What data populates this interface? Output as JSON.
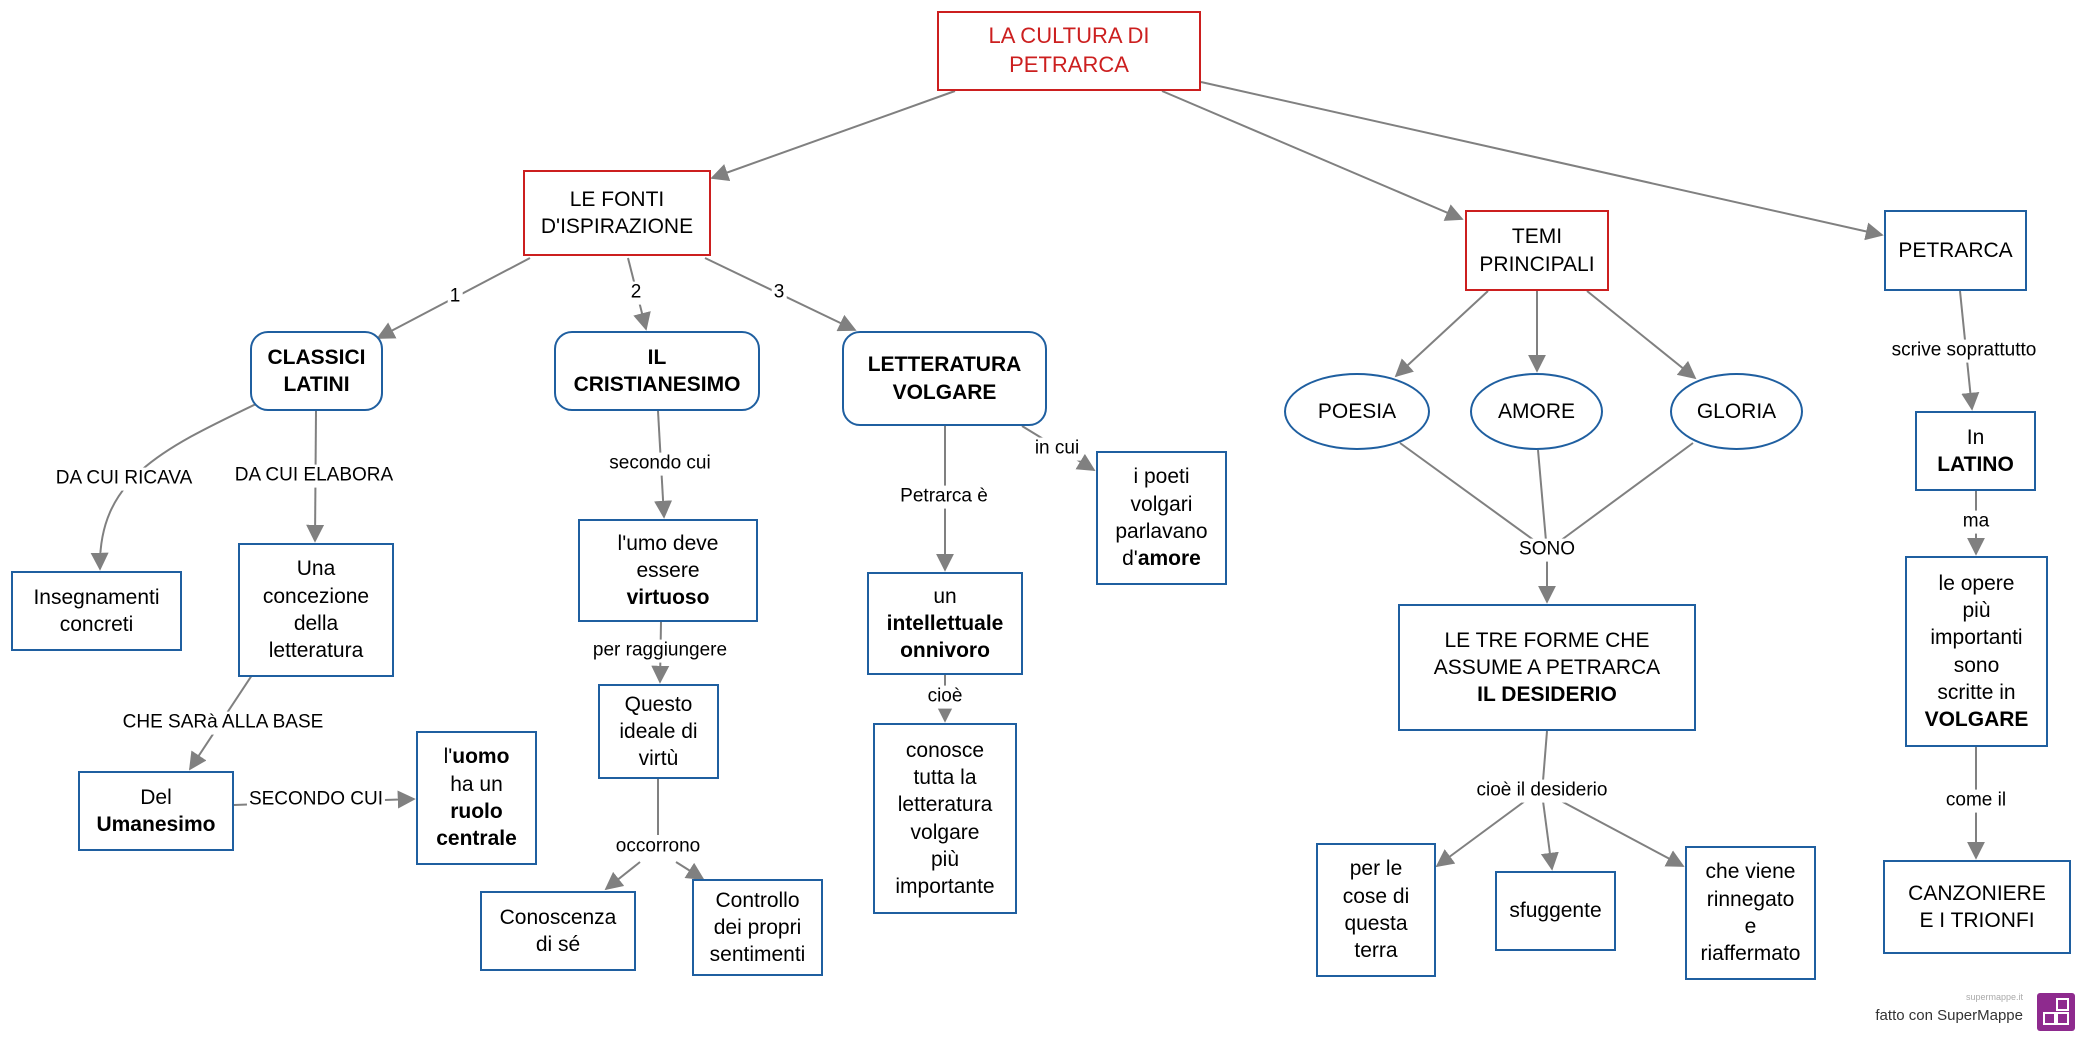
{
  "nodes": {
    "root": {
      "lines": [
        {
          "parts": [
            {
              "t": "LA CULTURA DI"
            }
          ]
        },
        {
          "parts": [
            {
              "t": "PETRARCA"
            }
          ]
        }
      ]
    },
    "fonti": {
      "lines": [
        {
          "parts": [
            {
              "t": "LE FONTI"
            }
          ]
        },
        {
          "parts": [
            {
              "t": "D'ISPIRAZIONE"
            }
          ]
        }
      ]
    },
    "temi": {
      "lines": [
        {
          "parts": [
            {
              "t": "TEMI"
            }
          ]
        },
        {
          "parts": [
            {
              "t": "PRINCIPALI"
            }
          ]
        }
      ]
    },
    "petrarca": {
      "lines": [
        {
          "parts": [
            {
              "t": "PETRARCA"
            }
          ]
        }
      ]
    },
    "classici": {
      "lines": [
        {
          "parts": [
            {
              "t": "CLASSICI",
              "b": true
            }
          ]
        },
        {
          "parts": [
            {
              "t": "LATINI",
              "b": true
            }
          ]
        }
      ]
    },
    "cristianesimo": {
      "lines": [
        {
          "parts": [
            {
              "t": "IL",
              "b": true
            }
          ]
        },
        {
          "parts": [
            {
              "t": "CRISTIANESIMO",
              "b": true
            }
          ]
        }
      ]
    },
    "volgare": {
      "lines": [
        {
          "parts": [
            {
              "t": "LETTERATURA",
              "b": true
            }
          ]
        },
        {
          "parts": [
            {
              "t": "VOLGARE",
              "b": true
            }
          ]
        }
      ]
    },
    "insegnamenti": {
      "lines": [
        {
          "parts": [
            {
              "t": "Insegnamenti"
            }
          ]
        },
        {
          "parts": [
            {
              "t": "concreti"
            }
          ]
        }
      ]
    },
    "concezione": {
      "lines": [
        {
          "parts": [
            {
              "t": "Una"
            }
          ]
        },
        {
          "parts": [
            {
              "t": "concezione"
            }
          ]
        },
        {
          "parts": [
            {
              "t": "della"
            }
          ]
        },
        {
          "parts": [
            {
              "t": "letteratura"
            }
          ]
        }
      ]
    },
    "umanesimo": {
      "lines": [
        {
          "parts": [
            {
              "t": "Del"
            }
          ]
        },
        {
          "parts": [
            {
              "t": "Umanesimo",
              "b": true
            }
          ]
        }
      ]
    },
    "uomo": {
      "lines": [
        {
          "parts": [
            {
              "t": "l'"
            },
            {
              "t": "uomo",
              "b": true
            }
          ]
        },
        {
          "parts": [
            {
              "t": "ha un"
            }
          ]
        },
        {
          "parts": [
            {
              "t": "ruolo",
              "b": true
            }
          ]
        },
        {
          "parts": [
            {
              "t": "centrale",
              "b": true
            }
          ]
        }
      ]
    },
    "virtuoso": {
      "lines": [
        {
          "parts": [
            {
              "t": "l'umo deve"
            }
          ]
        },
        {
          "parts": [
            {
              "t": "essere"
            }
          ]
        },
        {
          "parts": [
            {
              "t": "virtuoso",
              "b": true
            }
          ]
        }
      ]
    },
    "ideale": {
      "lines": [
        {
          "parts": [
            {
              "t": "Questo"
            }
          ]
        },
        {
          "parts": [
            {
              "t": "ideale di"
            }
          ]
        },
        {
          "parts": [
            {
              "t": "virtù"
            }
          ]
        }
      ]
    },
    "conoscenza": {
      "lines": [
        {
          "parts": [
            {
              "t": "Conoscenza"
            }
          ]
        },
        {
          "parts": [
            {
              "t": "di sé"
            }
          ]
        }
      ]
    },
    "controllo": {
      "lines": [
        {
          "parts": [
            {
              "t": "Controllo"
            }
          ]
        },
        {
          "parts": [
            {
              "t": "dei propri"
            }
          ]
        },
        {
          "parts": [
            {
              "t": "sentimenti"
            }
          ]
        }
      ]
    },
    "intellettuale": {
      "lines": [
        {
          "parts": [
            {
              "t": "un"
            }
          ]
        },
        {
          "parts": [
            {
              "t": "intellettuale",
              "b": true
            }
          ]
        },
        {
          "parts": [
            {
              "t": "onnivoro",
              "b": true
            }
          ]
        }
      ]
    },
    "poeti": {
      "lines": [
        {
          "parts": [
            {
              "t": "i poeti"
            }
          ]
        },
        {
          "parts": [
            {
              "t": "volgari"
            }
          ]
        },
        {
          "parts": [
            {
              "t": "parlavano"
            }
          ]
        },
        {
          "parts": [
            {
              "t": "d'"
            },
            {
              "t": "amore",
              "b": true
            }
          ]
        }
      ]
    },
    "conosce": {
      "lines": [
        {
          "parts": [
            {
              "t": "conosce"
            }
          ]
        },
        {
          "parts": [
            {
              "t": "tutta la"
            }
          ]
        },
        {
          "parts": [
            {
              "t": "letteratura"
            }
          ]
        },
        {
          "parts": [
            {
              "t": "volgare"
            }
          ]
        },
        {
          "parts": [
            {
              "t": "più"
            }
          ]
        },
        {
          "parts": [
            {
              "t": "importante"
            }
          ]
        }
      ]
    },
    "poesia": {
      "lines": [
        {
          "parts": [
            {
              "t": "POESIA"
            }
          ]
        }
      ]
    },
    "amore": {
      "lines": [
        {
          "parts": [
            {
              "t": "AMORE"
            }
          ]
        }
      ]
    },
    "gloria": {
      "lines": [
        {
          "parts": [
            {
              "t": "GLORIA"
            }
          ]
        }
      ]
    },
    "treforme": {
      "lines": [
        {
          "parts": [
            {
              "t": "LE TRE FORME CHE"
            }
          ]
        },
        {
          "parts": [
            {
              "t": "ASSUME A PETRARCA"
            }
          ]
        },
        {
          "parts": [
            {
              "t": "IL  DESIDERIO",
              "b": true
            }
          ]
        }
      ]
    },
    "cose": {
      "lines": [
        {
          "parts": [
            {
              "t": "per le"
            }
          ]
        },
        {
          "parts": [
            {
              "t": "cose di"
            }
          ]
        },
        {
          "parts": [
            {
              "t": "questa"
            }
          ]
        },
        {
          "parts": [
            {
              "t": "terra"
            }
          ]
        }
      ]
    },
    "sfuggente": {
      "lines": [
        {
          "parts": [
            {
              "t": "sfuggente"
            }
          ]
        }
      ]
    },
    "rinnegato": {
      "lines": [
        {
          "parts": [
            {
              "t": "che viene"
            }
          ]
        },
        {
          "parts": [
            {
              "t": "rinnegato"
            }
          ]
        },
        {
          "parts": [
            {
              "t": "e"
            }
          ]
        },
        {
          "parts": [
            {
              "t": "riaffermato"
            }
          ]
        }
      ]
    },
    "latino": {
      "lines": [
        {
          "parts": [
            {
              "t": "In"
            }
          ]
        },
        {
          "parts": [
            {
              "t": "LATINO",
              "b": true
            }
          ]
        }
      ]
    },
    "opere": {
      "lines": [
        {
          "parts": [
            {
              "t": "le opere"
            }
          ]
        },
        {
          "parts": [
            {
              "t": "più"
            }
          ]
        },
        {
          "parts": [
            {
              "t": "importanti"
            }
          ]
        },
        {
          "parts": [
            {
              "t": "sono"
            }
          ]
        },
        {
          "parts": [
            {
              "t": "scritte in"
            }
          ]
        },
        {
          "parts": [
            {
              "t": "VOLGARE",
              "b": true
            }
          ]
        }
      ]
    },
    "canzoniere": {
      "lines": [
        {
          "parts": [
            {
              "t": "CANZONIERE"
            }
          ]
        },
        {
          "parts": [
            {
              "t": "E I TRIONFI"
            }
          ]
        }
      ]
    }
  },
  "link_labels": {
    "l1": "1",
    "l2": "2",
    "l3": "3",
    "da_cui_ricava": "DA CUI RICAVA",
    "da_cui_elabora": "DA CUI ELABORA",
    "che_sara": "CHE SARà ALLA BASE",
    "secondo_cui_caps": "SECONDO CUI",
    "secondo_cui": "secondo cui",
    "per_raggiungere": "per raggiungere",
    "occorrono": "occorrono",
    "petrarca_e": "Petrarca è",
    "in_cui": "in cui",
    "cioe": "cioè",
    "sono": "SONO",
    "cioe_il_desiderio": "cioè il desiderio",
    "scrive_soprattutto": "scrive soprattutto",
    "ma": "ma",
    "come_il": "come il"
  },
  "footer": {
    "site": "supermappe.it",
    "made_with": "fatto con SuperMappe"
  },
  "colors": {
    "box_blue": "#1f5fa0",
    "box_red": "#cc1f1f",
    "root_text": "#cc1f1f",
    "connector": "#808080",
    "logo": "#8e2a8e"
  }
}
